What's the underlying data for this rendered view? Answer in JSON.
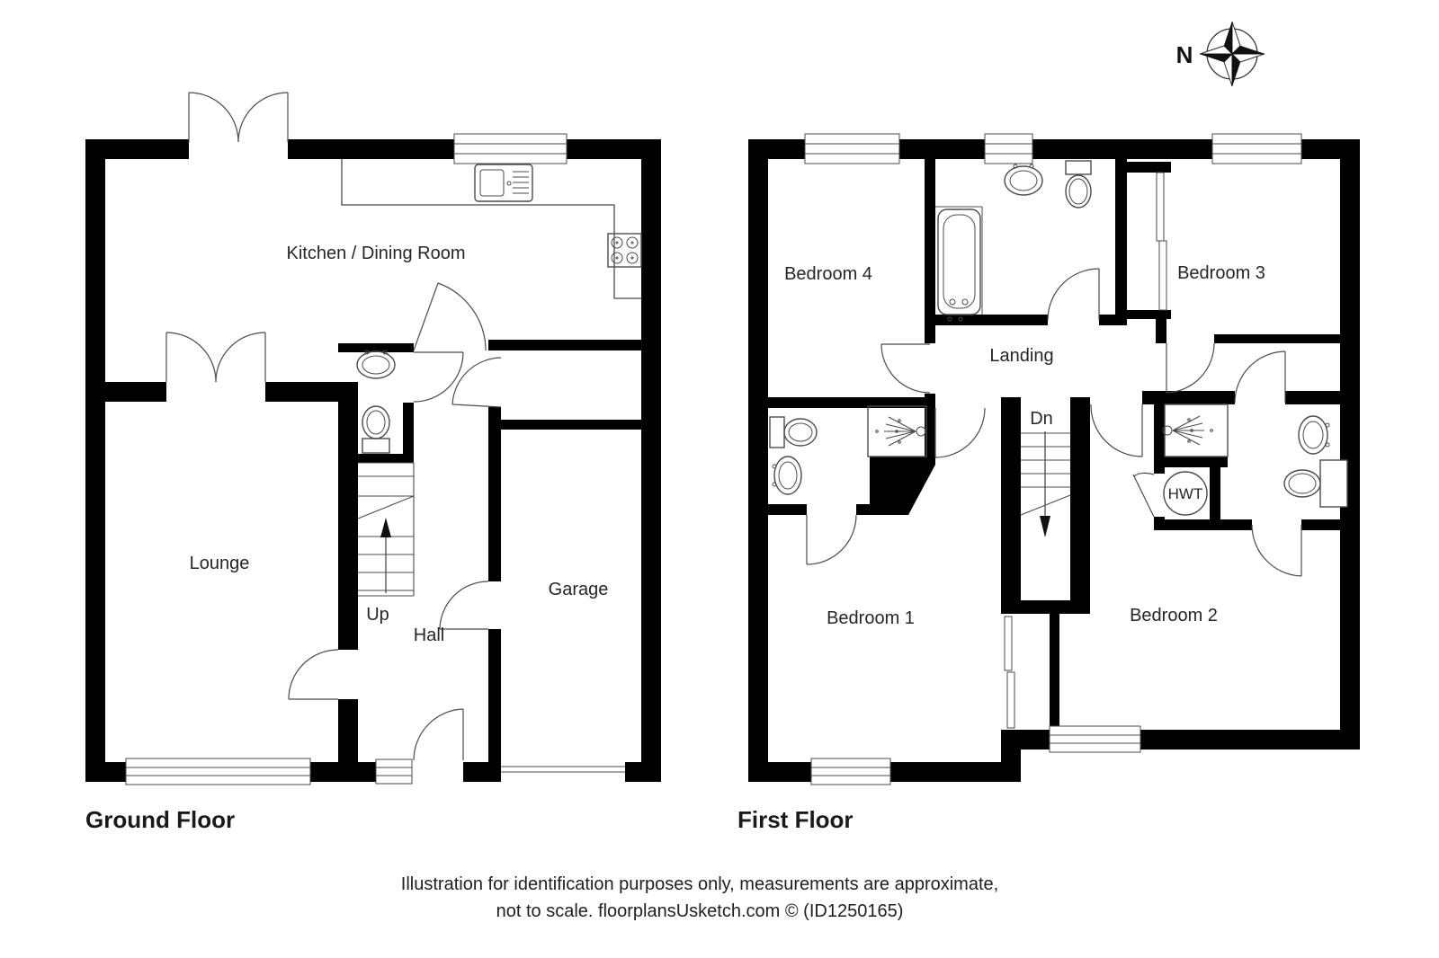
{
  "colors": {
    "wall": "#000000",
    "line": "#4b4b4b",
    "line_light": "#9a9a9a",
    "text": "#262626",
    "bg": "#ffffff"
  },
  "compass": {
    "north_label": "N"
  },
  "ground_floor": {
    "title": "Ground Floor",
    "rooms": {
      "kitchen": "Kitchen / Dining Room",
      "lounge": "Lounge",
      "hall": "Hall",
      "garage": "Garage"
    },
    "stair_label": "Up"
  },
  "first_floor": {
    "title": "First Floor",
    "rooms": {
      "bedroom1": "Bedroom 1",
      "bedroom2": "Bedroom 2",
      "bedroom3": "Bedroom 3",
      "bedroom4": "Bedroom 4",
      "landing": "Landing"
    },
    "stair_label": "Dn",
    "hot_water_tank_label": "HWT"
  },
  "footer": {
    "line1": "Illustration for identification purposes only, measurements are approximate,",
    "line2": "not to scale. floorplansUsketch.com © (ID1250165)"
  }
}
